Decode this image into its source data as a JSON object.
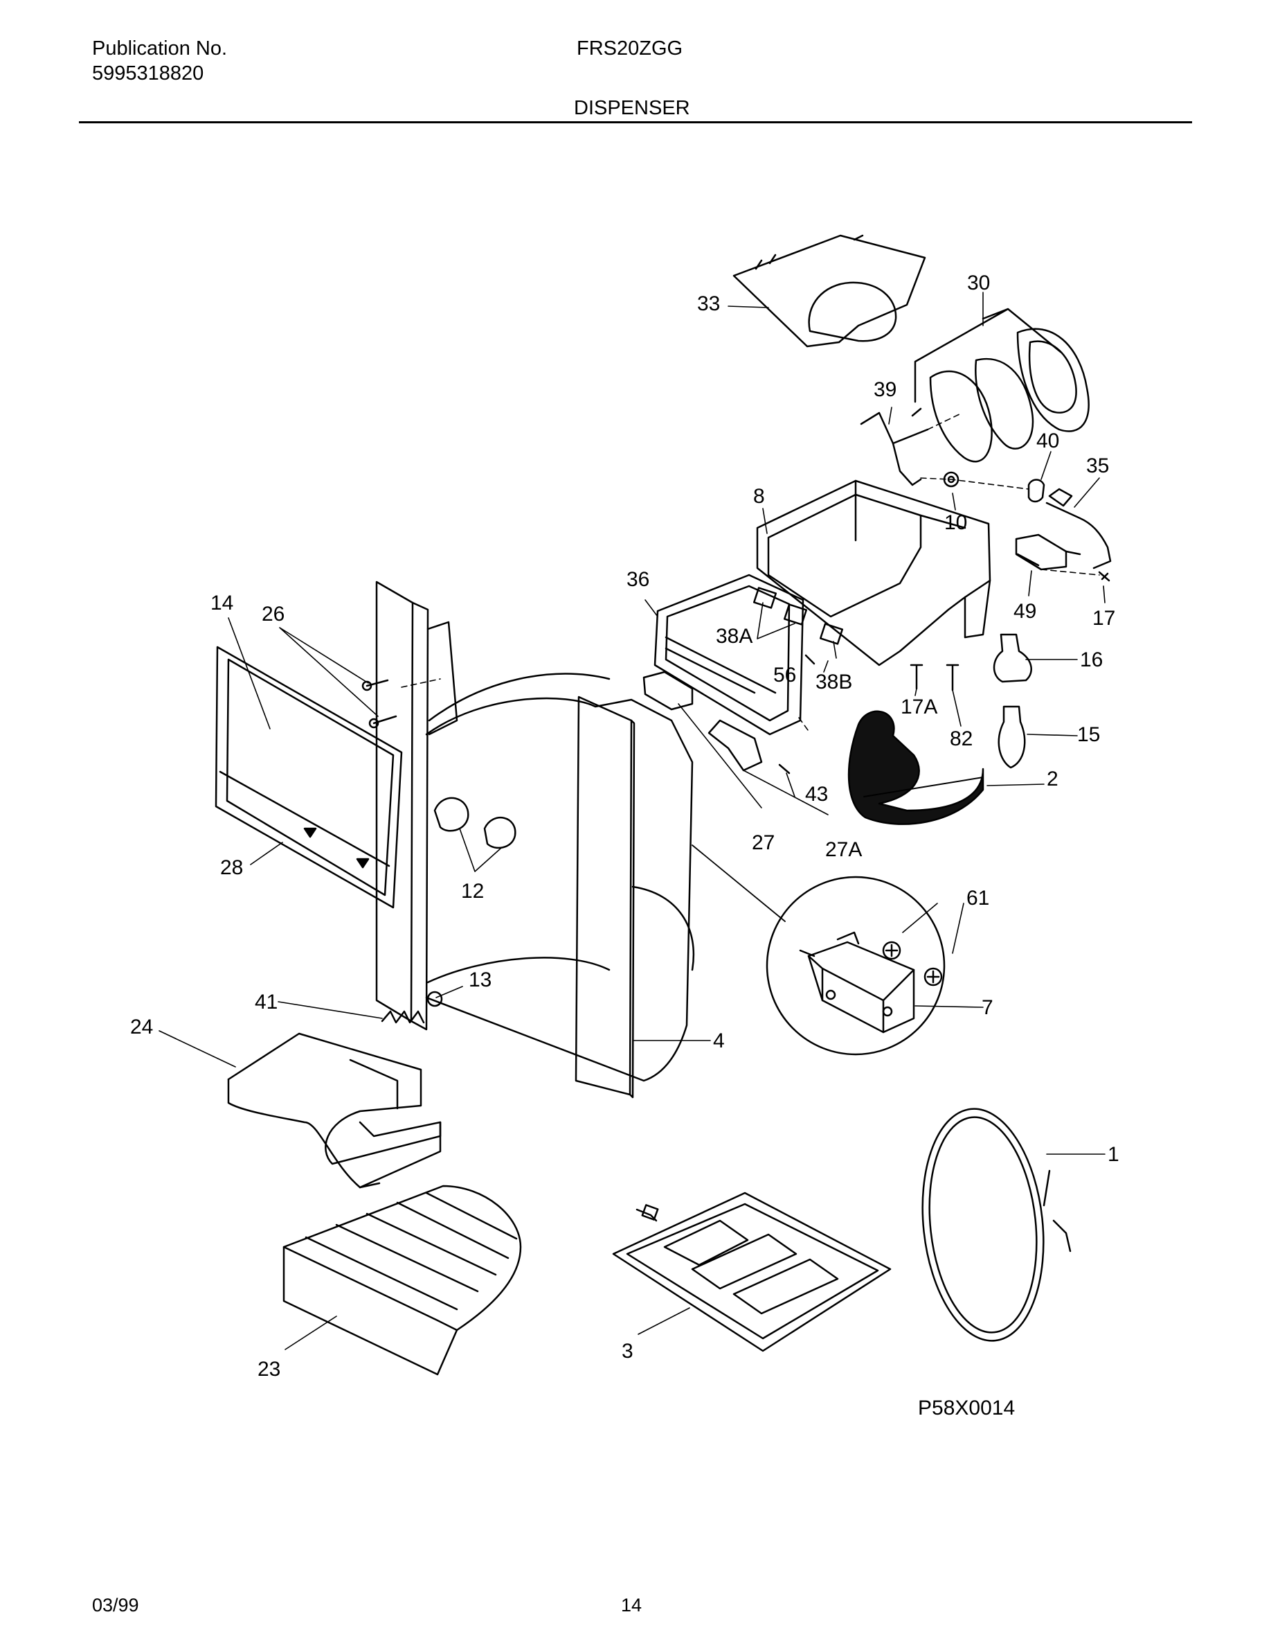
{
  "header": {
    "publication_label": "Publication No.",
    "publication_number": "5995318820",
    "model": "FRS20ZGG",
    "section": "DISPENSER"
  },
  "diagram": {
    "code": "P58X0014",
    "callouts": [
      "33",
      "30",
      "39",
      "40",
      "35",
      "8",
      "10",
      "36",
      "49",
      "17",
      "14",
      "26",
      "38A",
      "56",
      "38B",
      "16",
      "17A",
      "82",
      "15",
      "2",
      "43",
      "27",
      "27A",
      "28",
      "12",
      "61",
      "13",
      "41",
      "7",
      "24",
      "4",
      "1",
      "23",
      "3"
    ]
  },
  "footer": {
    "date": "03/99",
    "page": "14"
  }
}
